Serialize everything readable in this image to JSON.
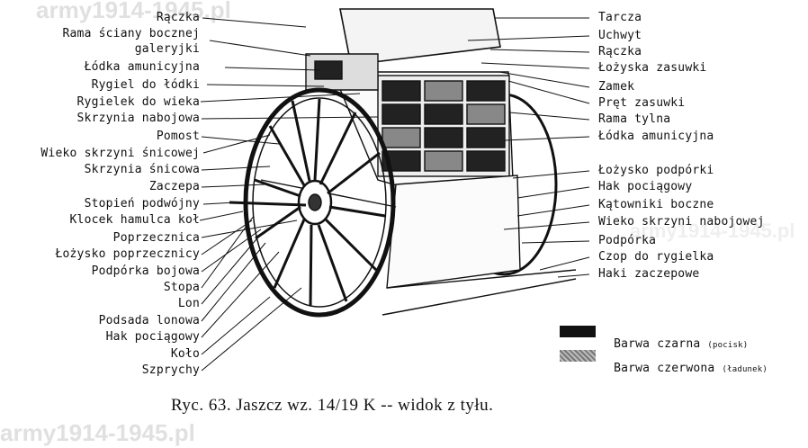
{
  "watermark": "army1914-1945.pl",
  "left_labels": [
    "Rączka",
    "Rama ściany bocznej",
    "galeryjki",
    "Łódka amunicyjna",
    "Rygiel do łódki",
    "Rygielek do wieka",
    "Skrzynia nabojowa",
    "Pomost",
    "Wieko skrzyni śnicowej",
    "Skrzynia śnicowa",
    "Zaczepa",
    "Stopień podwójny",
    "Klocek hamulca koł",
    "Poprzecznica",
    "Łożysko poprzecznicy",
    "Podpórka bojowa",
    "Stopa",
    "Lon",
    "Podsada lonowa",
    "Hak pociągowy",
    "Koło",
    "Szprychy"
  ],
  "right_labels": [
    "Tarcza",
    "Uchwyt",
    "Rączka",
    "Łożyska zasuwki",
    "Zamek",
    "Pręt zasuwki",
    "Rama tylna",
    "Łódka amunicyjna",
    "Łożysko podpórki",
    "Hak pociągowy",
    "Kątowniki boczne",
    "Wieko skrzyni nabojowej",
    "Podpórka",
    "Czop do rygielka",
    "Haki zaczepowe"
  ],
  "legend": [
    {
      "label": "Barwa czarna",
      "note": "(pocisk)",
      "color": "#111111"
    },
    {
      "label": "Barwa czerwona",
      "note": "(ładunek)",
      "color": "#9a9a9a"
    }
  ],
  "caption": "Ryc. 63.  Jaszcz wz. 14/19 K -- widok z tyłu."
}
